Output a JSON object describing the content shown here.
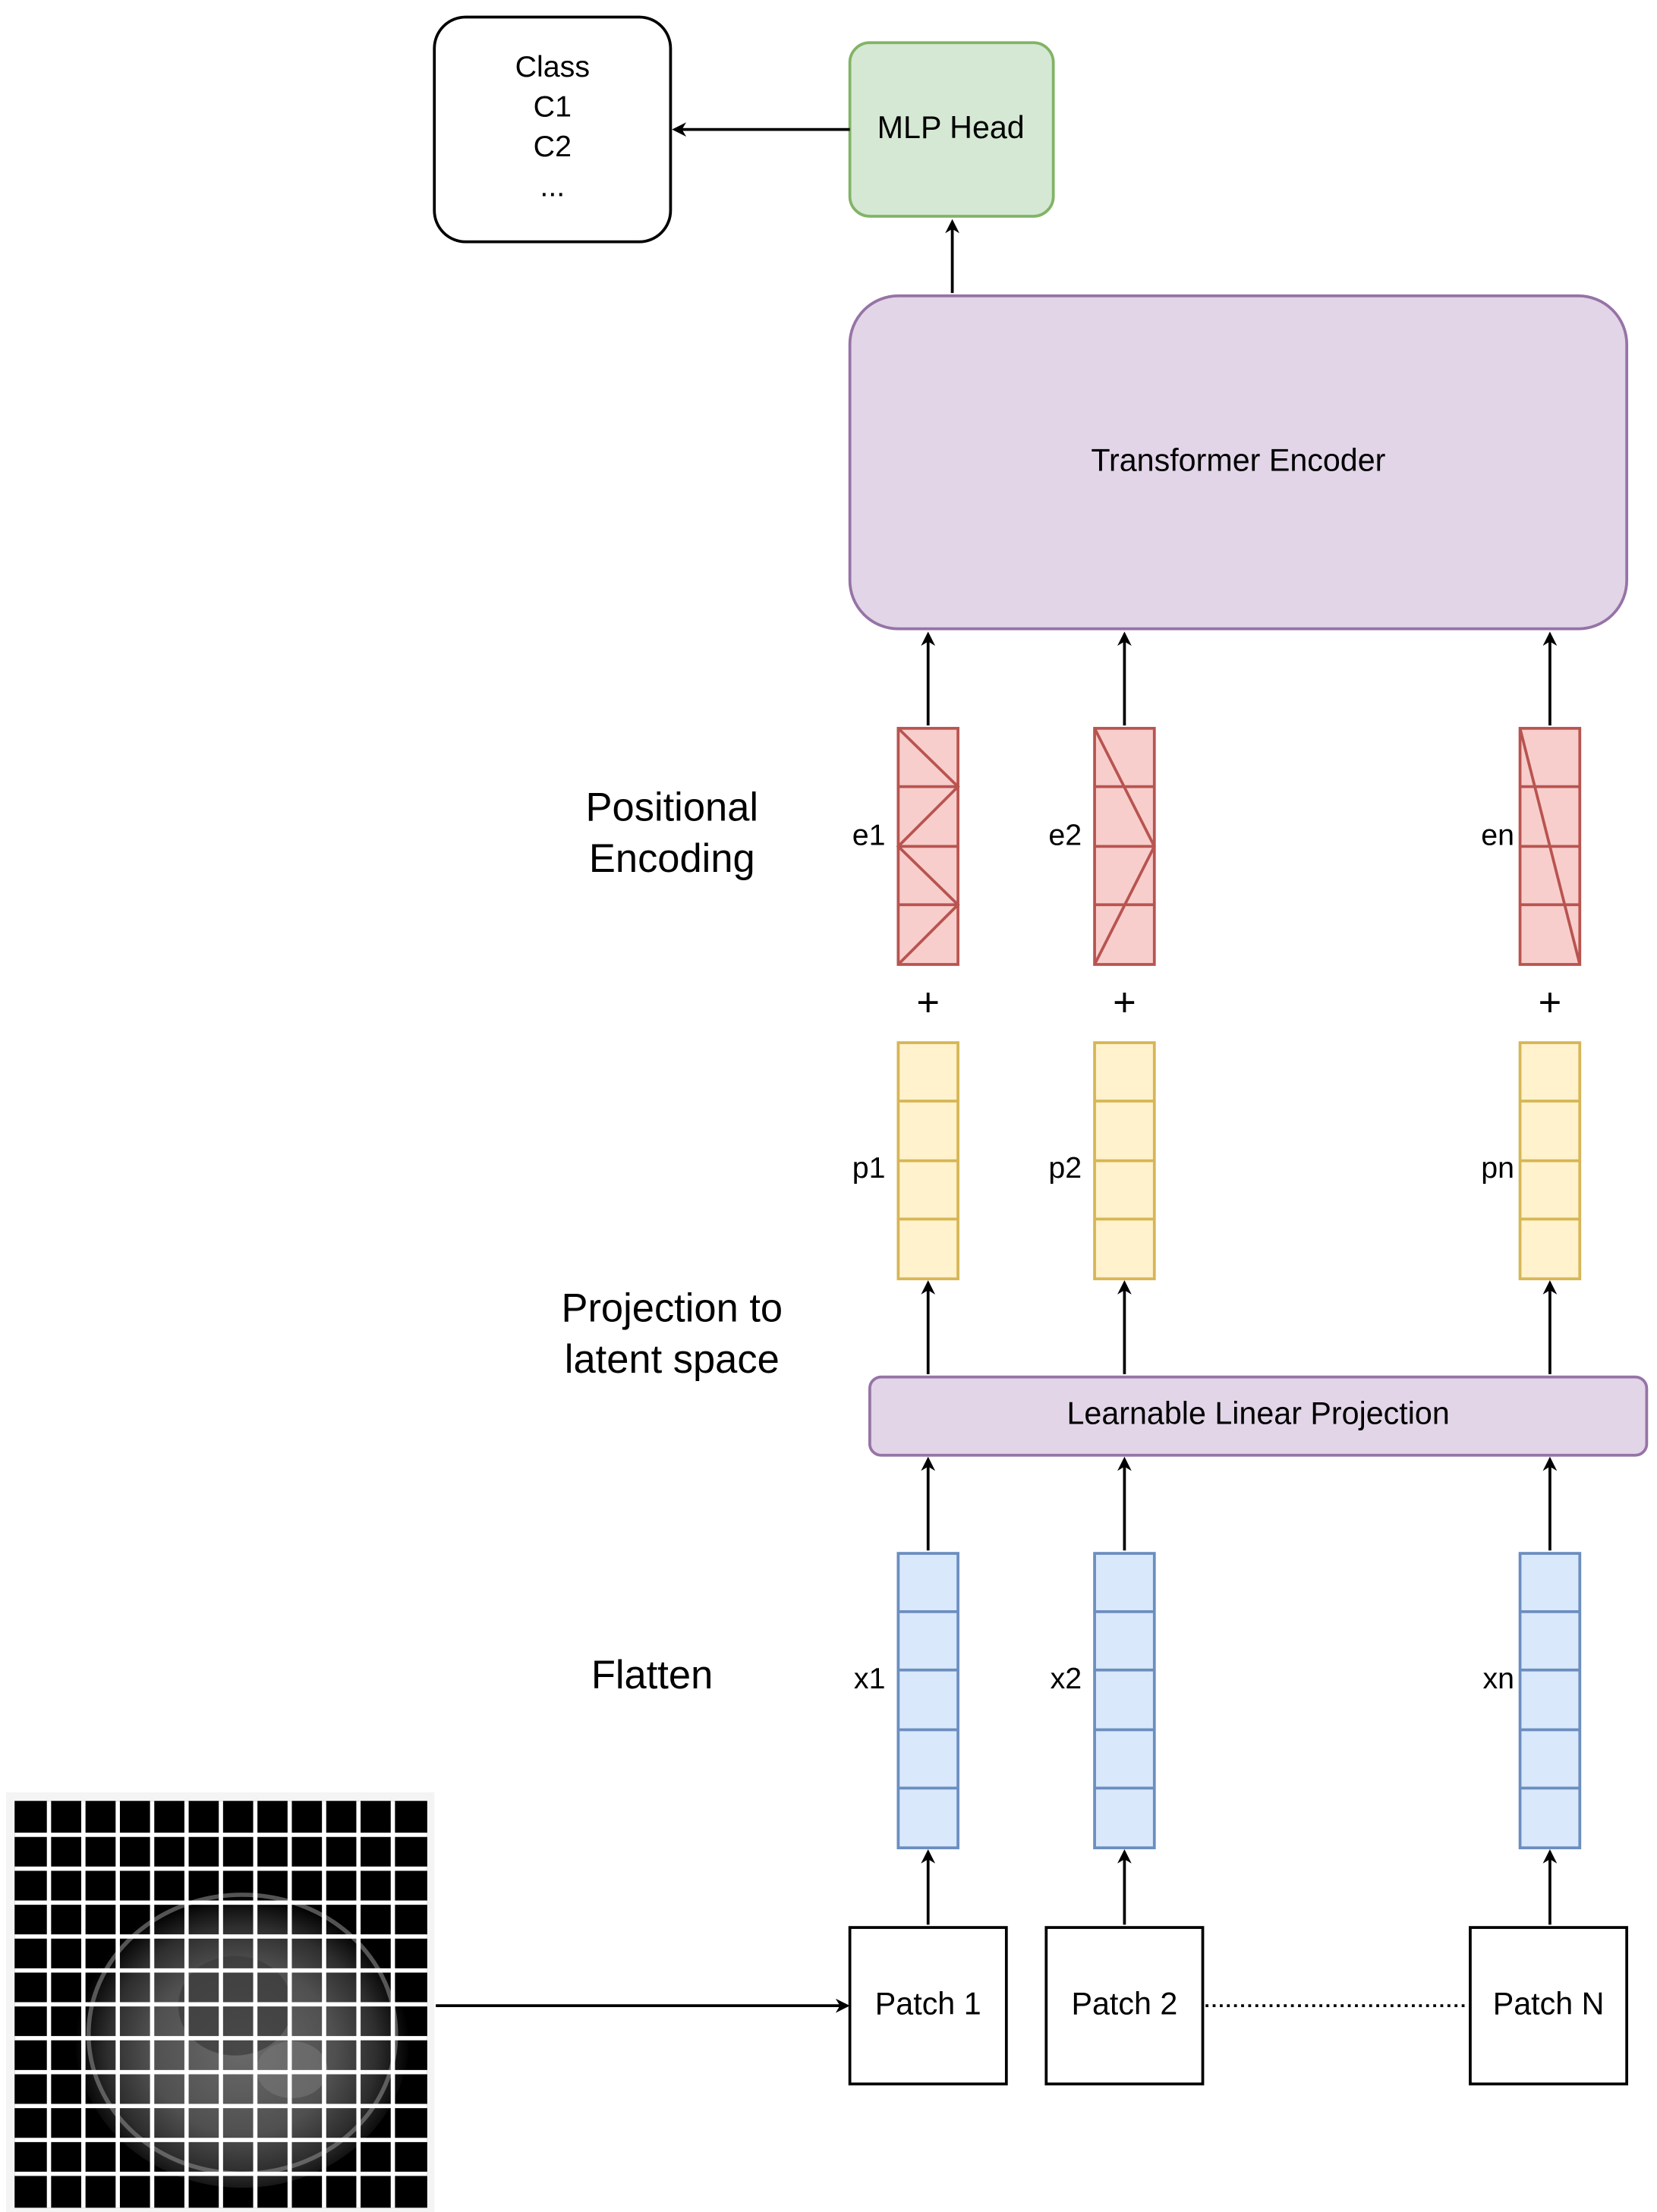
{
  "diagram": {
    "class_box": {
      "lines": [
        "Class",
        "C1",
        "C2",
        "..."
      ]
    },
    "mlp_head": {
      "label": "MLP Head"
    },
    "transformer_encoder": {
      "label": "Transformer Encoder"
    },
    "learnable_projection": {
      "label": "Learnable Linear Projection"
    },
    "side_labels": {
      "positional_encoding": [
        "Positional",
        "Encoding"
      ],
      "projection": [
        "Projection to",
        "latent space"
      ],
      "flatten": "Flatten"
    },
    "plus_sign": "+",
    "columns": [
      {
        "embedding": "e1",
        "projected": "p1",
        "flattened": "x1",
        "patch": "Patch 1"
      },
      {
        "embedding": "e2",
        "projected": "p2",
        "flattened": "x2",
        "patch": "Patch 2"
      },
      {
        "embedding": "en",
        "projected": "pn",
        "flattened": "xn",
        "patch": "Patch N"
      }
    ],
    "input_image": {
      "grid_rows": 12,
      "grid_cols": 12,
      "description_icon": "mri-brain-scan-icon"
    },
    "colors": {
      "class_box_stroke": "#000000",
      "mlp_fill": "#d5e8d4",
      "mlp_stroke": "#82b366",
      "purple_fill": "#e1d5e7",
      "purple_stroke": "#9673a6",
      "red_fill": "#f8cecc",
      "red_stroke": "#b85450",
      "yellow_fill": "#fff2cc",
      "yellow_stroke": "#d6b656",
      "blue_fill": "#dae8fc",
      "blue_stroke": "#6c8ebf",
      "arrow": "#000000"
    }
  }
}
